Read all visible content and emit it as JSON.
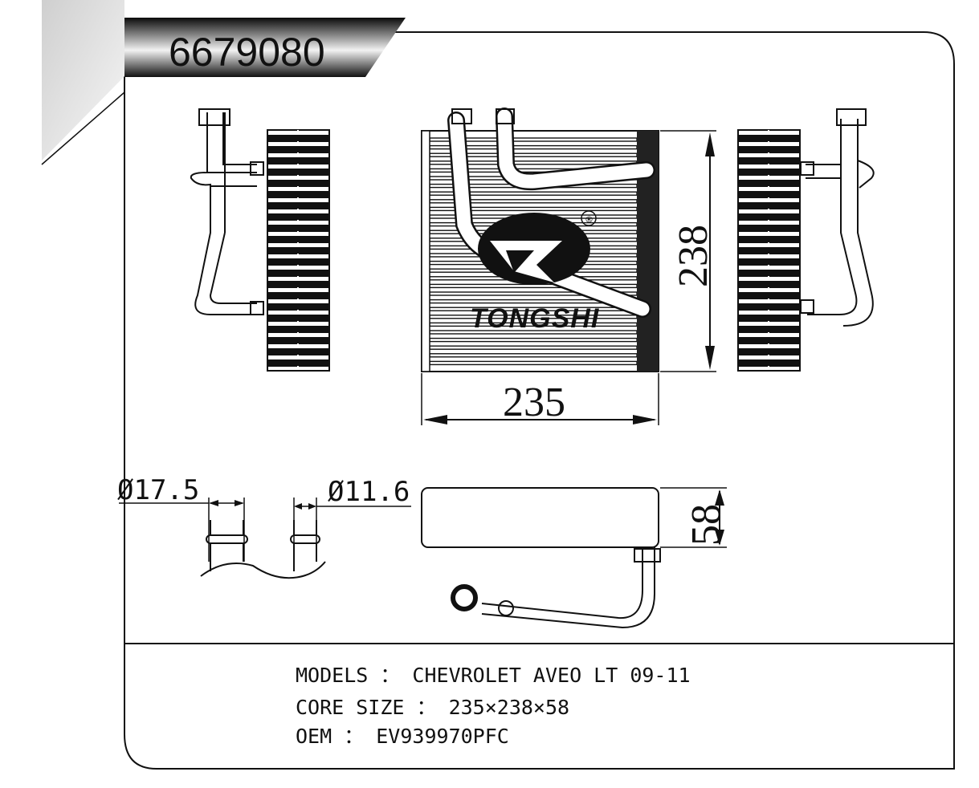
{
  "part_number": "6679080",
  "logo": {
    "brand": "TONGSHI",
    "registered_mark": "®",
    "icon": "tongshi-logo-icon"
  },
  "dimensions": {
    "width": "235",
    "height": "238",
    "depth": "58",
    "inlet_diameter": "Ø17.5",
    "outlet_diameter": "Ø11.6"
  },
  "specs": {
    "models": "MODELS ： CHEVROLET AVEO LT 09-11",
    "core_size": "CORE SIZE ： 235×238×58",
    "oem": "OEM ： EV939970PFC"
  },
  "colors": {
    "ink": "#111111",
    "paper": "#ffffff",
    "banner_dark": "#1a1a1a",
    "banner_light": "#e6e6e6"
  }
}
